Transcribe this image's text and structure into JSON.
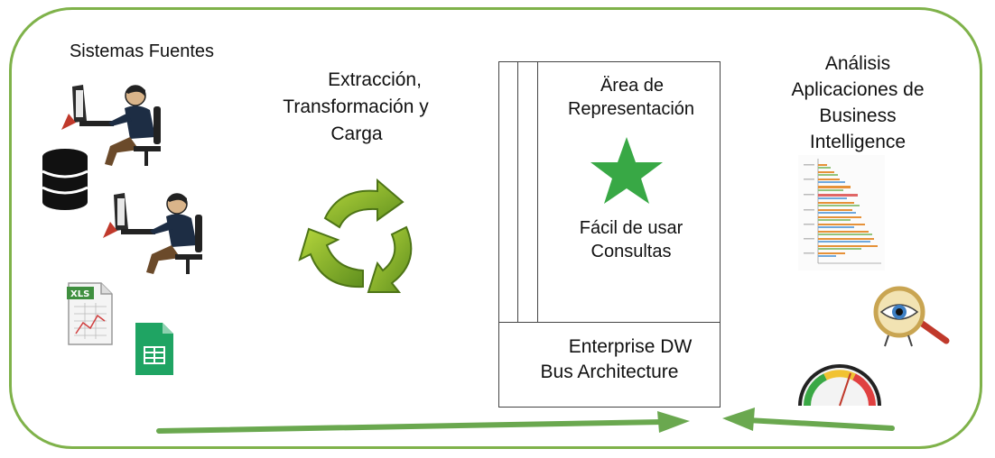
{
  "diagram": {
    "sources": {
      "title": "Sistemas Fuentes",
      "icons": [
        "computer-user-icon",
        "database-icon",
        "computer-user-icon",
        "xls-spreadsheet-icon",
        "google-sheets-icon"
      ]
    },
    "etl": {
      "line1": "Extracción,",
      "line2": "Transformación y",
      "line3": "Carga",
      "icon": "recycle-arrows-icon"
    },
    "warehouse": {
      "area_line1": "Ärea de",
      "area_line2": "Representación",
      "star_icon": "star-icon",
      "easy_line1": "Fácil de usar",
      "easy_line2": "Consultas",
      "bus_line1": "Enterprise DW",
      "bus_line2": "Bus Architecture"
    },
    "analysis": {
      "line1": "Análisis",
      "line2": "Aplicaciones de",
      "line3": "Business",
      "line4": "Intelligence",
      "icons": [
        "bar-chart-icon",
        "magnifier-eye-icon",
        "gauge-icon"
      ]
    },
    "colors": {
      "frame": "#7fb24a",
      "arrow": "#6aa84f",
      "star": "#38a845",
      "recycle": "#8ab82e"
    }
  }
}
